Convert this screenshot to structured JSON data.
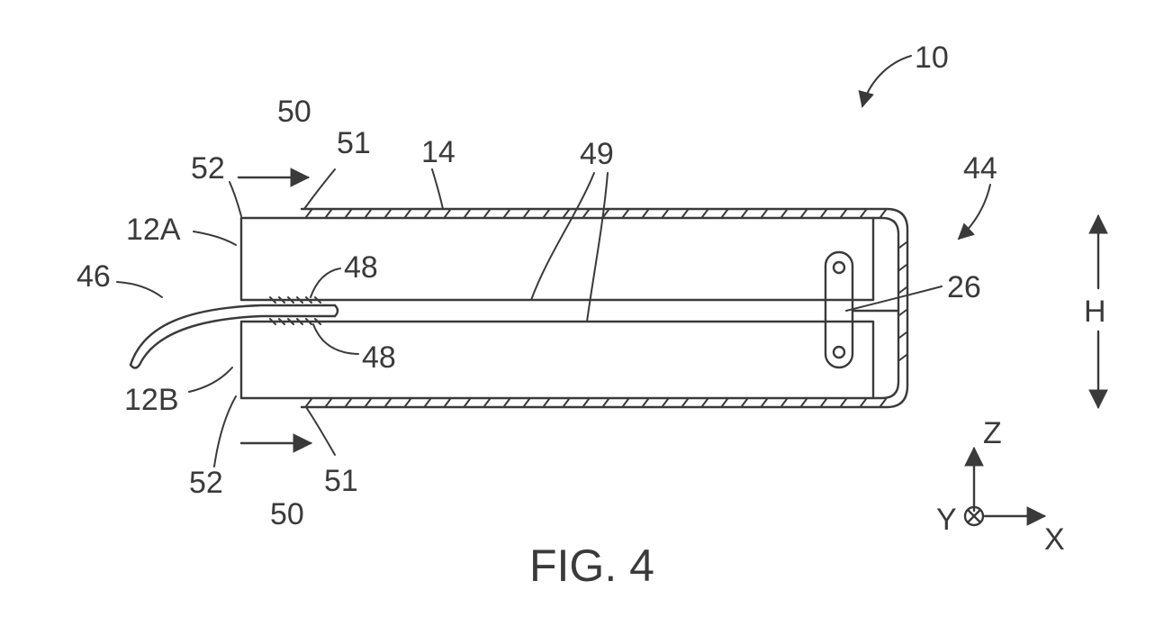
{
  "figure": {
    "caption": "FIG. 4",
    "ref_numerals": {
      "device": "10",
      "housing": "14",
      "cell_top": "12A",
      "cell_bottom": "12B",
      "lead": "46",
      "seal_top": "48",
      "seal_bottom": "48",
      "gap": "49",
      "flow_top": "50",
      "flow_bottom": "50",
      "edge_top": "51",
      "edge_bottom": "51",
      "face_top": "52",
      "face_bottom": "52",
      "connector": "26",
      "end": "44"
    },
    "height_label": "H",
    "axes": {
      "z": "Z",
      "y": "Y",
      "x": "X"
    }
  }
}
